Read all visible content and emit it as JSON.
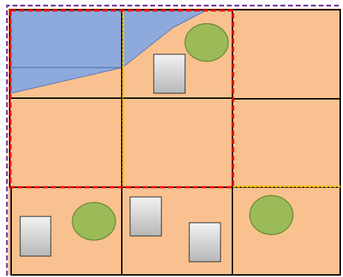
{
  "colors": {
    "background": "#ffffff",
    "land": "#f9c18f",
    "water": "#8ea9dc",
    "water_edge": "#4f6fb3",
    "tree_fill": "#9bbb59",
    "tree_edge": "#6d8a36",
    "building_light": "#f2f2f2",
    "building_dark": "#b7b7b7",
    "building_edge": "#3a3a3a",
    "grid_line": "#000000",
    "outer_boundary": "#7030a0",
    "selection_boundary": "#ff0000",
    "dotted_boundary": "#ffc000"
  },
  "grid": {
    "rows": 3,
    "columns": 3
  },
  "features": {
    "water_bodies": 1,
    "trees": 3,
    "buildings": 4
  }
}
